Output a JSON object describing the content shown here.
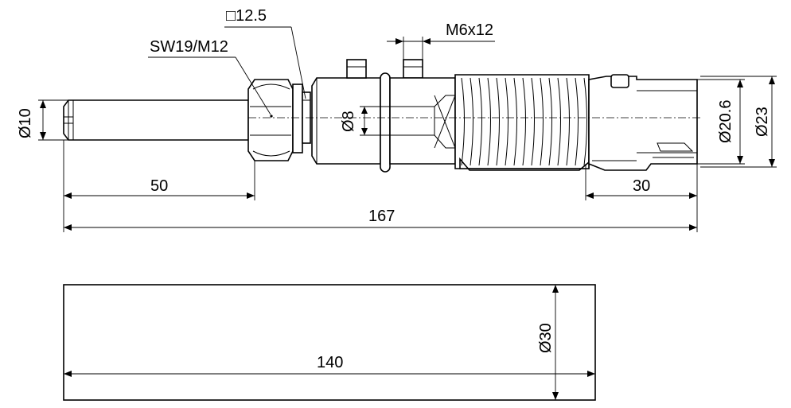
{
  "labels": {
    "square": "□12.5",
    "wrench": "SW19/M12",
    "thread": "M6x12",
    "dia_shaft": "Ø10",
    "dia_bore": "Ø8",
    "dia_body": "Ø20.6",
    "dia_outer": "Ø23",
    "len_shaft": "50",
    "len_end": "30",
    "len_total": "167",
    "block_dia": "Ø30",
    "block_len": "140"
  }
}
